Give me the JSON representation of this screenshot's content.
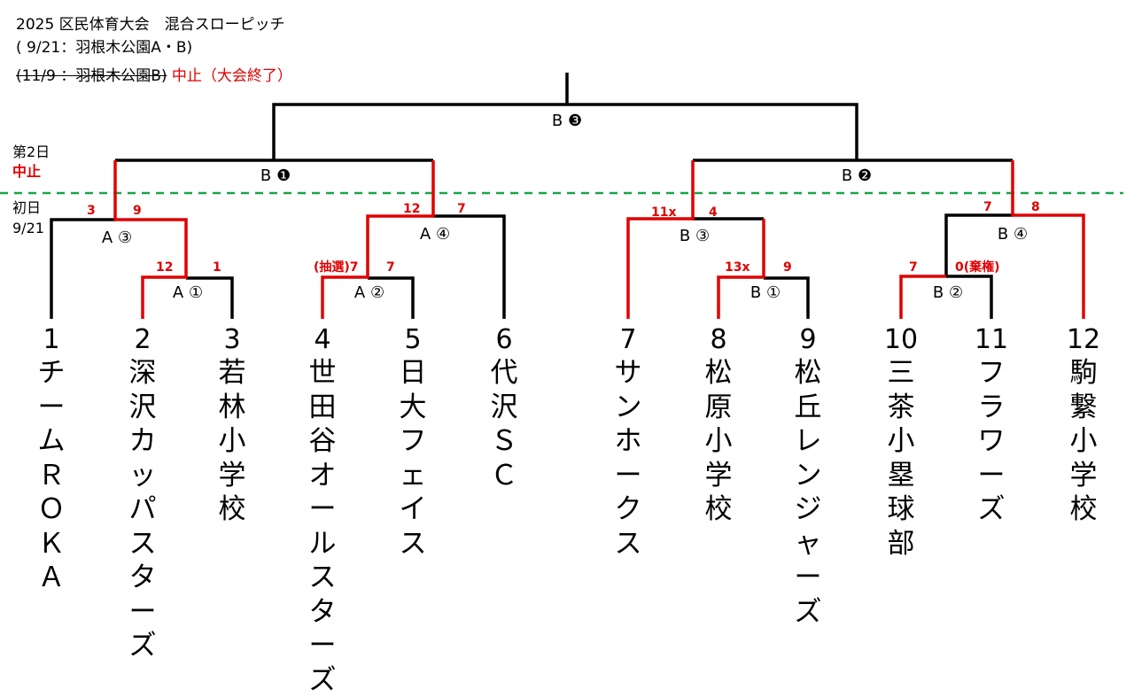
{
  "header": {
    "title": "2025 区民体育大会　混合スローピッチ",
    "schedule1": "( 9/21：羽根木公園A・B)",
    "schedule2_struck": "(11/9 ：羽根木公園B)",
    "schedule2_note": "中止（大会終了）"
  },
  "day_labels": {
    "day2": "第2日",
    "day2_status": "中止",
    "day1": "初日",
    "day1_date": "9/21"
  },
  "colors": {
    "winner_line": "#e00000",
    "normal_line": "#000000",
    "divider": "#1aa34a"
  },
  "matches": [
    {
      "id": "A1",
      "label": "A ①"
    },
    {
      "id": "A2",
      "label": "A ②"
    },
    {
      "id": "A3",
      "label": "A ③"
    },
    {
      "id": "A4",
      "label": "A ④"
    },
    {
      "id": "B1s",
      "label": "B ①"
    },
    {
      "id": "B2s",
      "label": "B ②"
    },
    {
      "id": "B3",
      "label": "B ③"
    },
    {
      "id": "B4",
      "label": "B ④"
    },
    {
      "id": "B1",
      "label": "B ❶"
    },
    {
      "id": "B2",
      "label": "B ❷"
    },
    {
      "id": "B3f",
      "label": "B ❸"
    }
  ],
  "scores": [
    {
      "id": "s1",
      "text": "3"
    },
    {
      "id": "s2",
      "text": "9"
    },
    {
      "id": "s3",
      "text": "12"
    },
    {
      "id": "s4",
      "text": "1"
    },
    {
      "id": "s5",
      "text": "(抽選)7"
    },
    {
      "id": "s6",
      "text": "7"
    },
    {
      "id": "s7",
      "text": "12"
    },
    {
      "id": "s8",
      "text": "7"
    },
    {
      "id": "s9",
      "text": "11x"
    },
    {
      "id": "s10",
      "text": "4"
    },
    {
      "id": "s11",
      "text": "13x"
    },
    {
      "id": "s12",
      "text": "9"
    },
    {
      "id": "s13",
      "text": "7"
    },
    {
      "id": "s14",
      "text": "0(棄権)"
    },
    {
      "id": "s15",
      "text": "7"
    },
    {
      "id": "s16",
      "text": "8"
    }
  ],
  "teams": [
    {
      "no": "1",
      "name": "チームＲＯＫＡ"
    },
    {
      "no": "2",
      "name": "深沢カッパスターズ"
    },
    {
      "no": "3",
      "name": "若林小学校"
    },
    {
      "no": "4",
      "name": "世田谷オールスターズ"
    },
    {
      "no": "5",
      "name": "日大フェイス"
    },
    {
      "no": "6",
      "name": "代沢ＳＣ"
    },
    {
      "no": "7",
      "name": "サンホークス"
    },
    {
      "no": "8",
      "name": "松原小学校"
    },
    {
      "no": "9",
      "name": "松丘レンジャーズ"
    },
    {
      "no": "10",
      "name": "三茶小塁球部"
    },
    {
      "no": "11",
      "name": "フラワーズ"
    },
    {
      "no": "12",
      "name": "駒繋小学校"
    }
  ]
}
